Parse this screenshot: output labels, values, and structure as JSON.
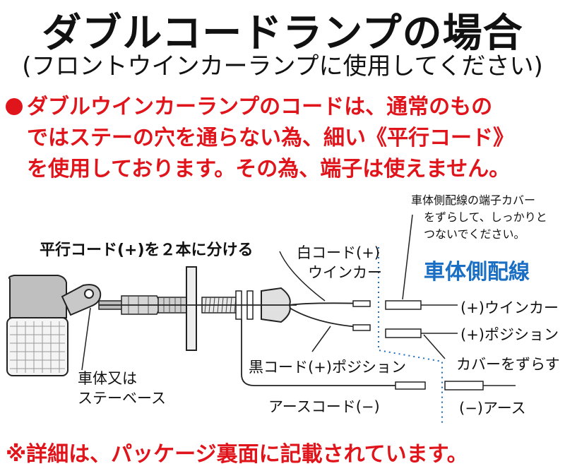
{
  "title": "ダブルコードランプの場合",
  "subtitle": "(フロントウインカーランプに使用してください)",
  "notice": {
    "line1": "ダブルウインカーランプのコードは、通常のもの",
    "line2": "ではステーの穴を通らない為、細い《平行コード》",
    "line3": "を使用しております。その為、端子は使えません。",
    "bullet_color": "#e0141b"
  },
  "diagram": {
    "split_label": "平行コード(+)を２本に分ける",
    "white_cord_line1": "白コード(+)",
    "white_cord_line2": "ウインカー",
    "black_cord": "黒コード(+)ポジション",
    "earth_cord": "アースコード(−)",
    "body_stay_line1": "車体又は",
    "body_stay_line2": "ステーベース",
    "vehicle_side_title": "車体側配線",
    "instruction_line1": "車体側配線の端子カバー",
    "instruction_line2": "をずらして、しっかりと",
    "instruction_line3": "つないでください。",
    "terminal_winker": "(+)ウインカー",
    "terminal_position": "(+)ポジション",
    "slide_cover": "カバーをずらす",
    "terminal_earth": "(−)アース",
    "accent_blue": "#1a6fc4"
  },
  "footer": "※詳細は、パッケージ裏面に記載されています。"
}
